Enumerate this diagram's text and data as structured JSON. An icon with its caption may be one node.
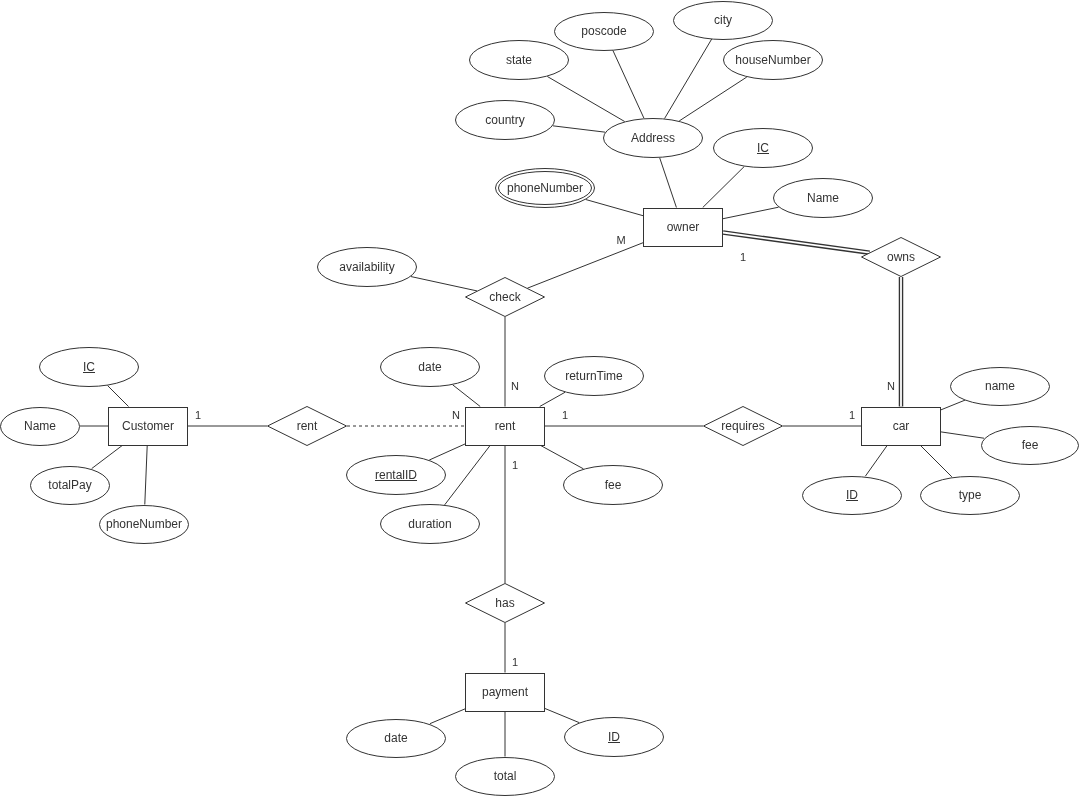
{
  "diagram": {
    "nodes": [
      {
        "text": [
          "city"
        ]
      },
      {
        "text": [
          "poscode"
        ]
      },
      {
        "text": [
          "state"
        ]
      },
      {
        "text": [
          "houseNumber"
        ]
      },
      {
        "text": [
          "country"
        ]
      },
      {
        "text": [
          "Address"
        ]
      },
      {
        "text": [
          "IC"
        ]
      },
      {
        "text": [
          "phoneNumber"
        ]
      },
      {
        "text": [
          "Name"
        ]
      },
      {
        "text": [
          "owner"
        ]
      },
      {
        "text": [
          "owns"
        ]
      },
      {
        "text": [
          "availability"
        ]
      },
      {
        "text": [
          "check"
        ]
      },
      {
        "text": [
          "IC"
        ]
      },
      {
        "text": [
          "date"
        ]
      },
      {
        "text": [
          "returnTime"
        ]
      },
      {
        "text": [
          "name"
        ]
      },
      {
        "text": [
          "Name"
        ]
      },
      {
        "text": [
          "Customer"
        ]
      },
      {
        "text": [
          "rent"
        ]
      },
      {
        "text": [
          "rent"
        ]
      },
      {
        "text": [
          "requires"
        ]
      },
      {
        "text": [
          "car"
        ]
      },
      {
        "text": [
          "fee"
        ]
      },
      {
        "text": [
          "rentalID"
        ]
      },
      {
        "text": [
          "totalPay"
        ]
      },
      {
        "text": [
          "fee"
        ]
      },
      {
        "text": [
          "ID"
        ]
      },
      {
        "text": [
          "type"
        ]
      },
      {
        "text": [
          "phoneNumber"
        ]
      },
      {
        "text": [
          "duration"
        ]
      },
      {
        "text": [
          "has"
        ]
      },
      {
        "text": [
          "payment"
        ]
      },
      {
        "text": [
          "date"
        ]
      },
      {
        "text": [
          "ID"
        ]
      },
      {
        "text": [
          "total"
        ]
      }
    ],
    "edges": [
      {
        "from": 0,
        "to": 5,
        "arrow": "none"
      },
      {
        "from": 1,
        "to": 5,
        "arrow": "none"
      },
      {
        "from": 2,
        "to": 5,
        "arrow": "none"
      },
      {
        "from": 3,
        "to": 5,
        "arrow": "none"
      },
      {
        "from": 4,
        "to": 5,
        "arrow": "none"
      },
      {
        "from": 5,
        "to": 9,
        "arrow": "none"
      },
      {
        "from": 6,
        "to": 9,
        "arrow": "none"
      },
      {
        "from": 7,
        "to": 9,
        "arrow": "none"
      },
      {
        "from": 8,
        "to": 9,
        "arrow": "none"
      },
      {
        "from": 9,
        "to": 10,
        "arrow": "none",
        "label": "1",
        "style": "thick"
      },
      {
        "from": 10,
        "to": 22,
        "arrow": "none",
        "label": "N",
        "style": "thick"
      },
      {
        "from": 9,
        "to": 12,
        "arrow": "none",
        "label": "M"
      },
      {
        "from": 11,
        "to": 12,
        "arrow": "none"
      },
      {
        "from": 12,
        "to": 20,
        "arrow": "none",
        "label": "N"
      },
      {
        "from": 13,
        "to": 18,
        "arrow": "none"
      },
      {
        "from": 14,
        "to": 20,
        "arrow": "none"
      },
      {
        "from": 15,
        "to": 20,
        "arrow": "none"
      },
      {
        "from": 16,
        "to": 22,
        "arrow": "none"
      },
      {
        "from": 17,
        "to": 18,
        "arrow": "none"
      },
      {
        "from": 18,
        "to": 19,
        "arrow": "none",
        "label": "1"
      },
      {
        "from": 19,
        "to": 20,
        "arrow": "none",
        "label": "N",
        "style": "dashed"
      },
      {
        "from": 20,
        "to": 21,
        "arrow": "none",
        "label": "1"
      },
      {
        "from": 21,
        "to": 22,
        "arrow": "none",
        "label": "1"
      },
      {
        "from": 23,
        "to": 22,
        "arrow": "none"
      },
      {
        "from": 24,
        "to": 20,
        "arrow": "none"
      },
      {
        "from": 25,
        "to": 18,
        "arrow": "none"
      },
      {
        "from": 26,
        "to": 20,
        "arrow": "none"
      },
      {
        "from": 27,
        "to": 22,
        "arrow": "none"
      },
      {
        "from": 28,
        "to": 22,
        "arrow": "none"
      },
      {
        "from": 29,
        "to": 18,
        "arrow": "none"
      },
      {
        "from": 30,
        "to": 20,
        "arrow": "none"
      },
      {
        "from": 20,
        "to": 31,
        "arrow": "none",
        "label": "1"
      },
      {
        "from": 31,
        "to": 32,
        "arrow": "none",
        "label": "1"
      },
      {
        "from": 33,
        "to": 32,
        "arrow": "none"
      },
      {
        "from": 34,
        "to": 32,
        "arrow": "none"
      },
      {
        "from": 35,
        "to": 32,
        "arrow": "none"
      }
    ]
  }
}
